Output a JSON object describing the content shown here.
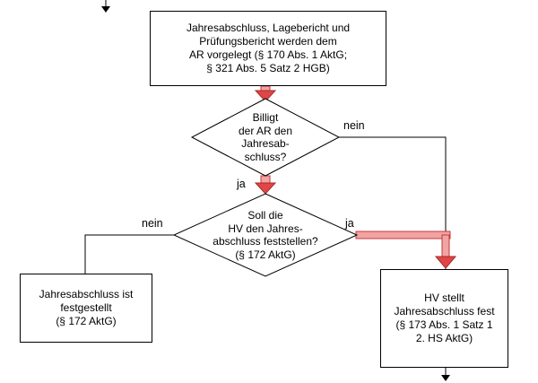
{
  "diagram": {
    "nodes": {
      "top_box": "Jahresabschluss, Lagebericht und\nPrüfungsbericht werden dem\nAR vorgelegt (§ 170 Abs. 1 AktG;\n§ 321 Abs. 5 Satz 2 HGB)",
      "decision_ar": "Billigt\nder AR den\nJahresab-\nschluss?",
      "decision_hv": "Soll die\nHV den Jahres-\nabschluss feststellen?\n(§ 172 AktG)",
      "left_box": "Jahresabschluss ist\nfestgestellt\n(§ 172 AktG)",
      "right_box": "HV stellt\nJahresabschluss fest\n(§ 173 Abs. 1 Satz 1\n2. HS AktG)"
    },
    "edge_labels": {
      "ar_nein": "nein",
      "ar_ja": "ja",
      "hv_nein": "nein",
      "hv_ja": "ja"
    },
    "colors": {
      "arrow_body": "#f2a3a3",
      "arrow_head": "#e04646",
      "arrow_edge": "#c03a3a",
      "line": "#000000",
      "node_fill": "#ffffff",
      "node_border": "#000000"
    }
  }
}
